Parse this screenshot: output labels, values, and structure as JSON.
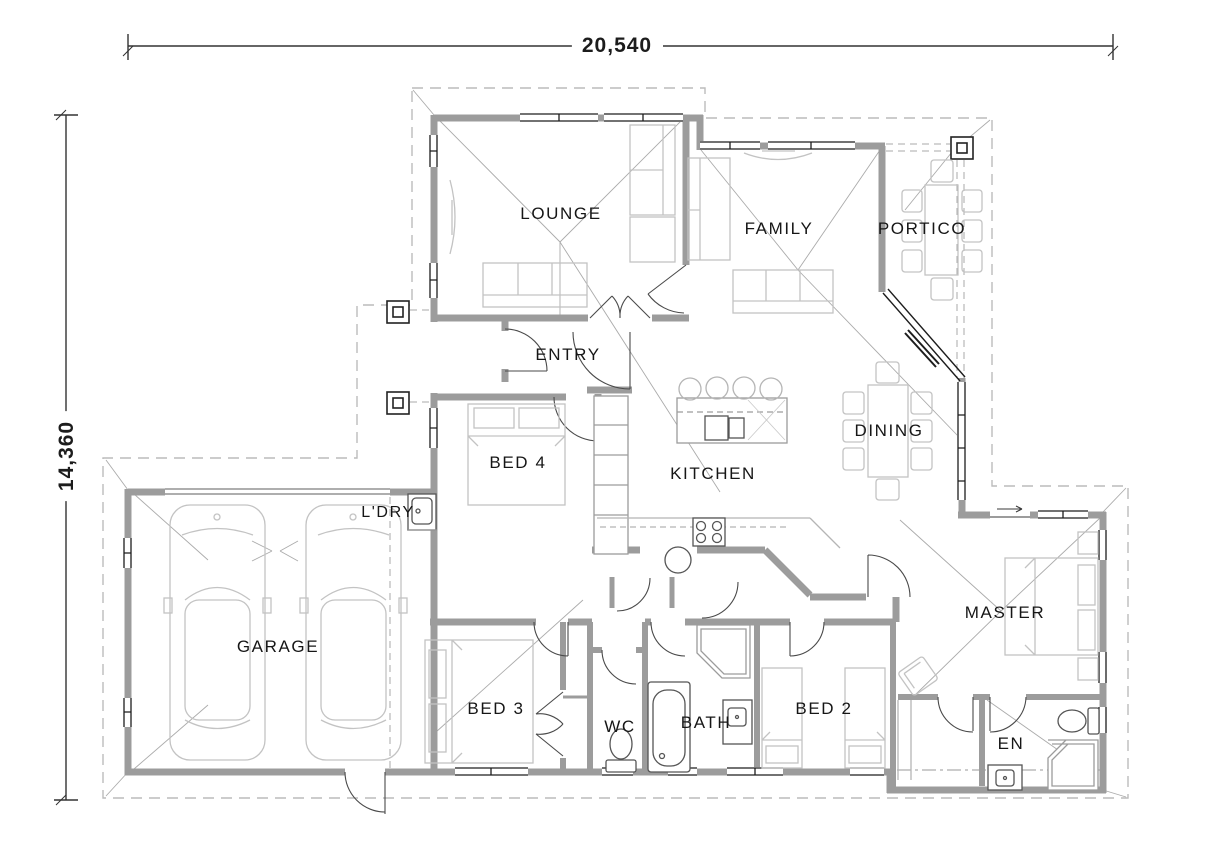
{
  "drawing": {
    "type": "architectural floor plan",
    "dimensions": {
      "overall_width": "20,540",
      "overall_height": "14,360"
    },
    "rooms": [
      {
        "id": "lounge",
        "label": "LOUNGE"
      },
      {
        "id": "family",
        "label": "FAMILY"
      },
      {
        "id": "portico",
        "label": "PORTICO"
      },
      {
        "id": "entry",
        "label": "ENTRY"
      },
      {
        "id": "bed4",
        "label": "BED 4"
      },
      {
        "id": "kitchen",
        "label": "KITCHEN"
      },
      {
        "id": "dining",
        "label": "DINING"
      },
      {
        "id": "ldry",
        "label": "L'DRY"
      },
      {
        "id": "garage",
        "label": "GARAGE"
      },
      {
        "id": "bed3",
        "label": "BED 3"
      },
      {
        "id": "wc",
        "label": "WC"
      },
      {
        "id": "bath",
        "label": "BATH"
      },
      {
        "id": "bed2",
        "label": "BED 2"
      },
      {
        "id": "master",
        "label": "MASTER"
      },
      {
        "id": "en",
        "label": "EN"
      }
    ],
    "furniture_icons": [
      "car",
      "car",
      "double-bed",
      "double-bed",
      "single-bed",
      "single-bed",
      "double-bed",
      "sofa",
      "sofa",
      "sofa",
      "sofa",
      "armchair",
      "dining-table-8-chairs",
      "outdoor-table-chairs",
      "kitchen-island-4-stools",
      "sink",
      "cooktop",
      "oven",
      "fridge-pantry",
      "laundry-tub",
      "toilet",
      "toilet",
      "bathtub",
      "shower",
      "shower",
      "vanity",
      "vanity",
      "tv-unit",
      "fireplace"
    ],
    "colors": {
      "wall": "#9c9c9c",
      "window_line": "#1d1d1d",
      "furniture_line": "#c3c3c3",
      "roof_dashed": "#bcbcbc",
      "text": "#161616"
    }
  }
}
